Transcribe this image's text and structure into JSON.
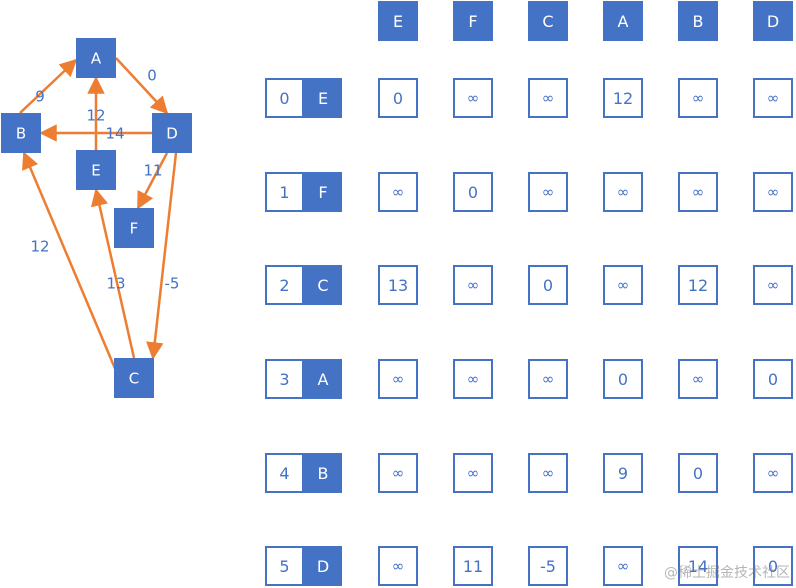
{
  "colors": {
    "node": "#4472c4",
    "edge": "#ed7d31",
    "text": "#4472c4"
  },
  "graph": {
    "nodes": [
      "A",
      "B",
      "C",
      "D",
      "E",
      "F"
    ],
    "edges": [
      {
        "from": "B",
        "to": "A",
        "weight": "9"
      },
      {
        "from": "A",
        "to": "D",
        "weight": "0"
      },
      {
        "from": "D",
        "to": "B",
        "weight": "14"
      },
      {
        "from": "E",
        "to": "A",
        "weight": "12"
      },
      {
        "from": "D",
        "to": "F",
        "weight": "11"
      },
      {
        "from": "C",
        "to": "B",
        "weight": "12"
      },
      {
        "from": "C",
        "to": "E",
        "weight": "13"
      },
      {
        "from": "D",
        "to": "C",
        "weight": "-5"
      }
    ]
  },
  "matrix": {
    "columns": [
      "E",
      "F",
      "C",
      "A",
      "B",
      "D"
    ],
    "rows": [
      {
        "index": "0",
        "label": "E",
        "cells": [
          "0",
          "∞",
          "∞",
          "12",
          "∞",
          "∞"
        ]
      },
      {
        "index": "1",
        "label": "F",
        "cells": [
          "∞",
          "0",
          "∞",
          "∞",
          "∞",
          "∞"
        ]
      },
      {
        "index": "2",
        "label": "C",
        "cells": [
          "13",
          "∞",
          "0",
          "∞",
          "12",
          "∞"
        ]
      },
      {
        "index": "3",
        "label": "A",
        "cells": [
          "∞",
          "∞",
          "∞",
          "0",
          "∞",
          "0"
        ]
      },
      {
        "index": "4",
        "label": "B",
        "cells": [
          "∞",
          "∞",
          "∞",
          "9",
          "0",
          "∞"
        ]
      },
      {
        "index": "5",
        "label": "D",
        "cells": [
          "∞",
          "11",
          "-5",
          "∞",
          "14",
          "0"
        ]
      }
    ]
  },
  "watermark": "@稀土掘金技术社区"
}
